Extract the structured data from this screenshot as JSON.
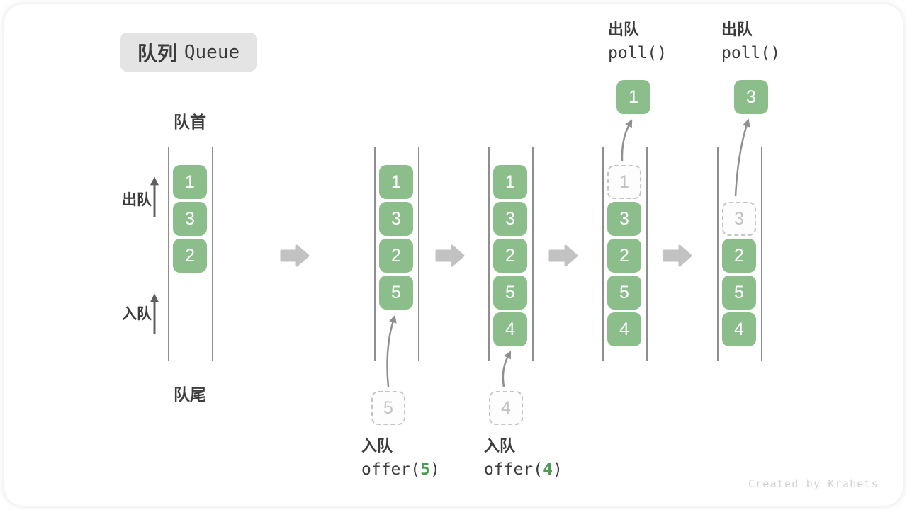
{
  "title": {
    "zh": "队列",
    "en": "Queue"
  },
  "labels": {
    "front": "队首",
    "rear": "队尾",
    "dequeue": "出队",
    "enqueue": "入队"
  },
  "queues": [
    {
      "name": "state-1",
      "cells": [
        "1",
        "3",
        "2"
      ]
    },
    {
      "name": "state-2",
      "cells": [
        "1",
        "3",
        "2",
        "5"
      ],
      "enqueue": {
        "ghost": "5",
        "label": "入队",
        "code_fn": "offer(",
        "code_arg": "5",
        "code_close": ")"
      }
    },
    {
      "name": "state-3",
      "cells": [
        "1",
        "3",
        "2",
        "5",
        "4"
      ],
      "enqueue": {
        "ghost": "4",
        "label": "入队",
        "code_fn": "offer(",
        "code_arg": "4",
        "code_close": ")"
      }
    },
    {
      "name": "state-4",
      "ghost": "1",
      "cells": [
        "3",
        "2",
        "5",
        "4"
      ],
      "dequeue": {
        "label": "出队",
        "code": "poll()",
        "value": "1"
      }
    },
    {
      "name": "state-5",
      "ghost": "3",
      "cells": [
        "2",
        "5",
        "4"
      ],
      "dequeue": {
        "label": "出队",
        "code": "poll()",
        "value": "3"
      }
    }
  ],
  "icons": {
    "flow_arrow": "block-arrow-right",
    "dequeue_direction": "arrow-up",
    "enqueue_direction": "arrow-up",
    "enqueue_move": "curved-arrow-up",
    "dequeue_move": "curved-arrow-up"
  },
  "colors": {
    "box_green": "#8CBE8C",
    "code_green": "#4E9D52",
    "text_dark": "#3C3C3C",
    "badge_bg": "#E4E4E4",
    "ghost_border": "#C4C4C4",
    "ghost_text": "#C2C2C2",
    "flow_arrow_gray": "#C2C2C2",
    "thin_arrow_dark": "#606060",
    "move_arrow_gray": "#8F8F8F",
    "rail_gray": "#8E8E8E",
    "watermark": "#D2D2D2"
  },
  "watermark": "Created by Krahets"
}
